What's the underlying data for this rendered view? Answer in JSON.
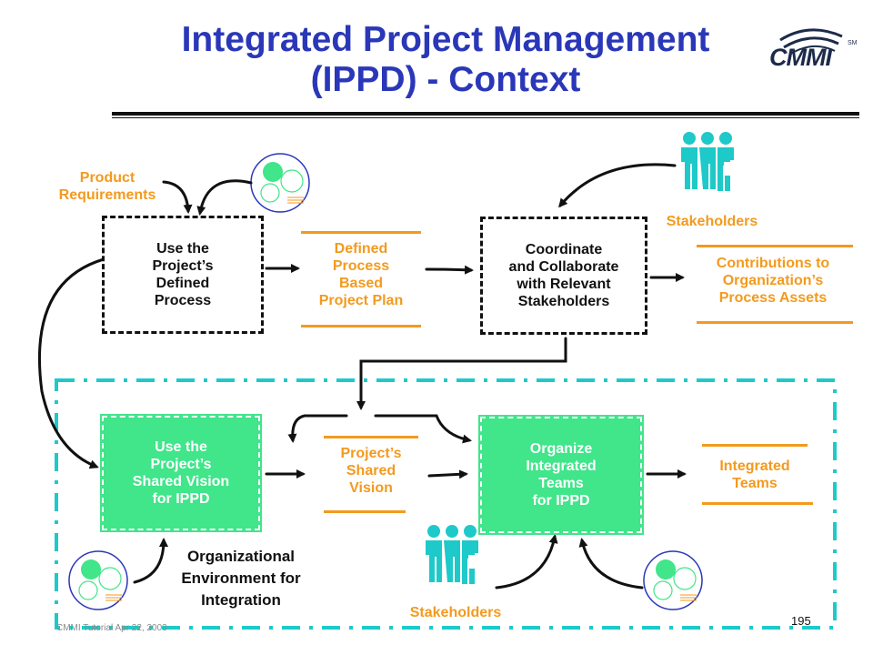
{
  "slide": {
    "title_line1": "Integrated Project Management",
    "title_line2": "(IPPD) - Context",
    "logo_text": "CMMI",
    "logo_tm": "SM",
    "footer": "CMMI Tutorial Apr 22, 2003",
    "page_number": "195"
  },
  "diagram": {
    "product_requirements": [
      "Product",
      "Requirements"
    ],
    "use_defined_process": [
      "Use the",
      "Project’s",
      "Defined",
      "Process"
    ],
    "defined_process_plan": [
      "Defined",
      "Process",
      "Based",
      "Project Plan"
    ],
    "coordinate": [
      "Coordinate",
      "and Collaborate",
      "with  Relevant",
      "Stakeholders"
    ],
    "stakeholders_top": "Stakeholders",
    "contributions": [
      "Contributions to",
      "Organization’s",
      "Process Assets"
    ],
    "use_shared_vision": [
      "Use the",
      "Project’s",
      "Shared Vision",
      "for IPPD"
    ],
    "shared_vision": [
      "Project’s",
      "Shared",
      "Vision"
    ],
    "organize_teams": [
      "Organize",
      "Integrated",
      "Teams",
      "for IPPD"
    ],
    "integrated_teams": [
      "Integrated",
      "Teams"
    ],
    "org_environment": [
      "Organizational",
      "Environment for",
      "Integration"
    ],
    "stakeholders_bottom": "Stakeholders"
  },
  "colors": {
    "title": "#2a37b8",
    "orange": "#f39a1e",
    "green_box": "#41e58a",
    "teal_dash": "#1ec9c9",
    "people": "#1ec9c9"
  },
  "icons": [
    "process-assets-icon",
    "stakeholders-people-icon",
    "cmmi-logo"
  ]
}
